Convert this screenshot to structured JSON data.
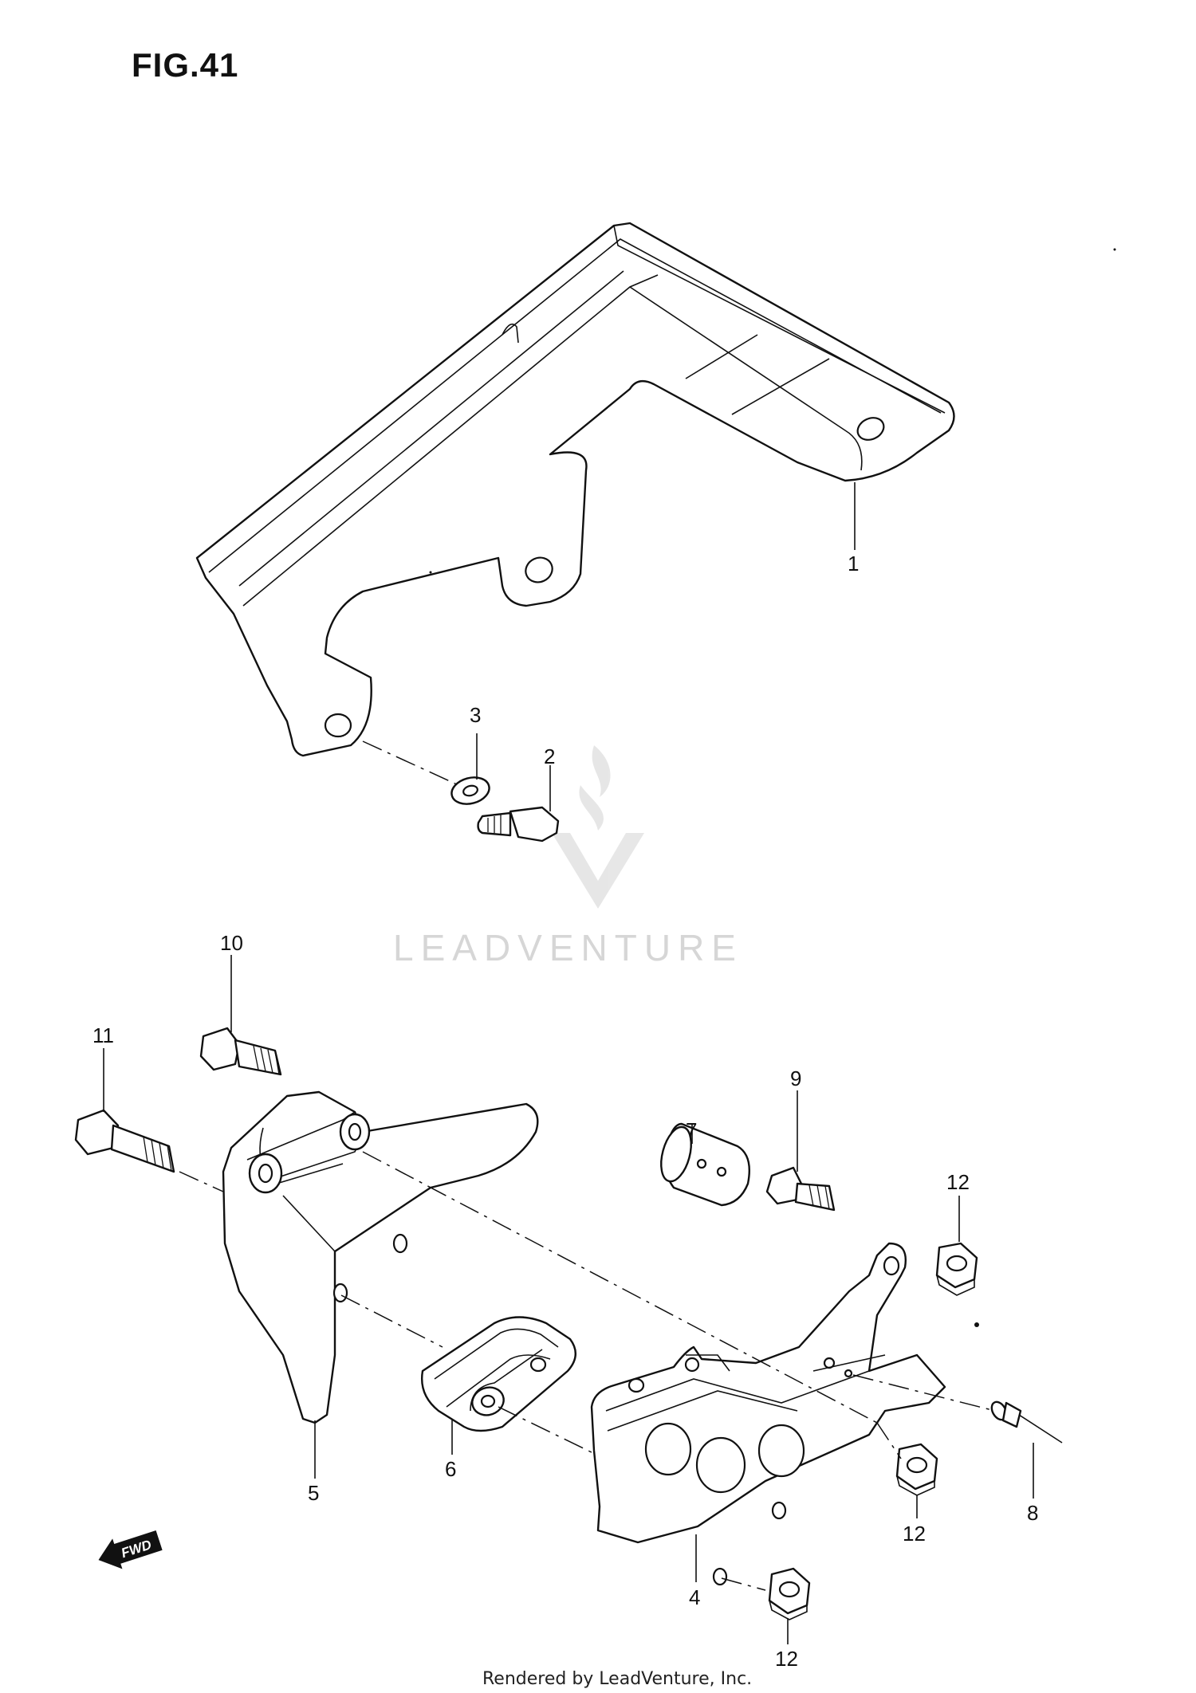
{
  "figure": {
    "title": "FIG.41"
  },
  "callouts": [
    {
      "id": "1",
      "label": "1"
    },
    {
      "id": "2",
      "label": "2"
    },
    {
      "id": "3",
      "label": "3"
    },
    {
      "id": "4",
      "label": "4"
    },
    {
      "id": "5",
      "label": "5"
    },
    {
      "id": "6",
      "label": "6"
    },
    {
      "id": "7",
      "label": "7"
    },
    {
      "id": "8",
      "label": "8"
    },
    {
      "id": "9",
      "label": "9"
    },
    {
      "id": "10",
      "label": "10"
    },
    {
      "id": "11",
      "label": "11"
    },
    {
      "id": "12a",
      "label": "12"
    },
    {
      "id": "12b",
      "label": "12"
    },
    {
      "id": "12c",
      "label": "12"
    }
  ],
  "direction_marker": {
    "label": "FWD",
    "icon": "fwd-arrow-icon"
  },
  "watermark": {
    "text": "LEADVENTURE",
    "icon": "leadventure-flame-logo-icon"
  },
  "footer": {
    "text": "Rendered by LeadVenture, Inc."
  }
}
